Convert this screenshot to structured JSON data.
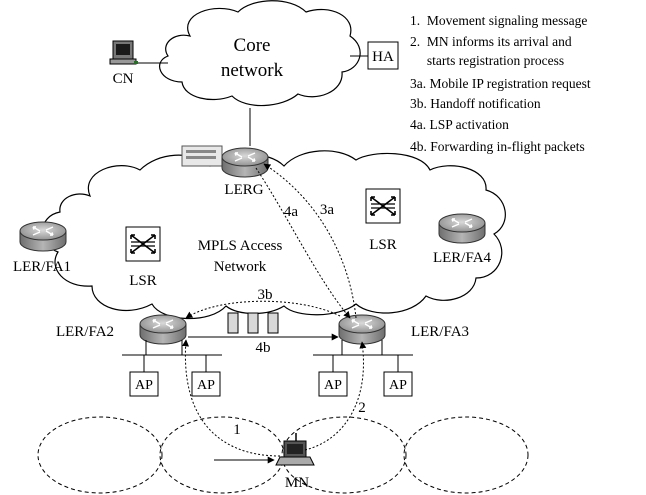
{
  "legend": [
    "1.  Movement signaling message",
    "2.  MN informs its arrival and",
    "     starts registration process",
    "3a. Mobile IP registration request",
    "3b. Handoff notification",
    "4a. LSP activation",
    "4b. Forwarding in-flight packets"
  ],
  "core_network": {
    "line1": "Core",
    "line2": "network"
  },
  "nodes": {
    "cn": "CN",
    "ha": "HA",
    "lerg": "LERG",
    "ler_fa1": "LER/FA1",
    "ler_fa2": "LER/FA2",
    "ler_fa3": "LER/FA3",
    "ler_fa4": "LER/FA4",
    "lsr_left": "LSR",
    "lsr_right": "LSR",
    "mn": "MN"
  },
  "access_network": {
    "line1": "MPLS Access",
    "line2": "Network"
  },
  "access_points": [
    "AP",
    "AP",
    "AP",
    "AP"
  ],
  "arrows": {
    "a1": "1",
    "a2": "2",
    "a3a": "3a",
    "a3b": "3b",
    "a4a": "4a",
    "a4b": "4b"
  }
}
